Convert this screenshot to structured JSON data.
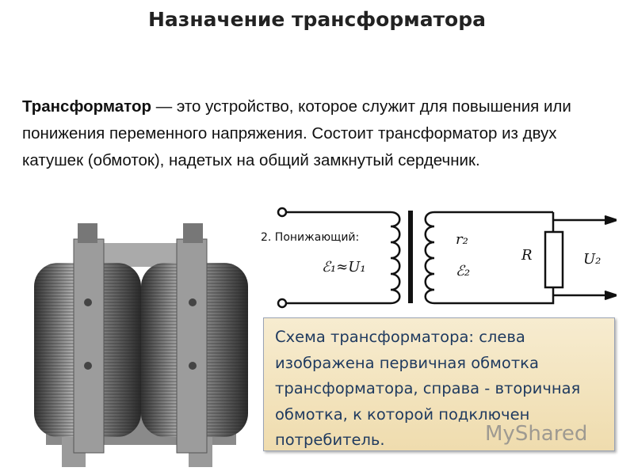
{
  "title": "Назначение трансформатора",
  "paragraph": {
    "term": "Трансформатор",
    "text": " — это устройство, которое служит для повышения или понижения переменного напряжения. Состоит трансформатор из двух катушек (обмоток), надетых на общий замкнутый сердечник."
  },
  "circuit": {
    "subtitle": "2. Понижающий:",
    "primary_label": "ℰ₁≈U₁",
    "r_label": "r₂",
    "emf2_label": "ℰ₂",
    "resistor_label": "R",
    "output_label": "U₂"
  },
  "note": "Схема трансформатора: слева изображена первичная обмотка трансформатора, справа - вторичная обмотка, к которой подключен потребитель.",
  "watermark": "MyShared"
}
